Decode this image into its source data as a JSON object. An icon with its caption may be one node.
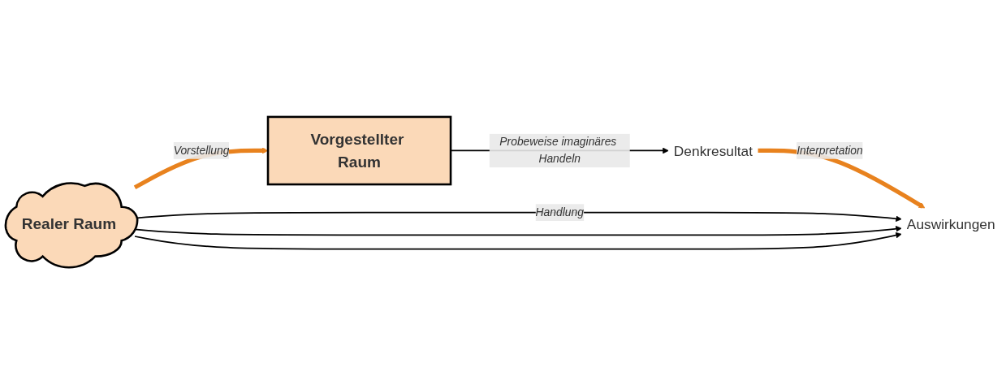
{
  "diagram": {
    "nodes": [
      {
        "text": [
          "Realer Raum"
        ]
      },
      {
        "text": [
          "Vorgestellter Raum"
        ]
      },
      {
        "text": [
          "Auswirkungen"
        ]
      },
      {
        "text": [
          "Denkresultat"
        ]
      }
    ],
    "edges": [
      {
        "from": 0,
        "to": 1,
        "arrow": "to",
        "label": "Vorstellung",
        "style": "thick",
        "color": "#e8821e"
      },
      {
        "from": 1,
        "to": 3,
        "arrow": "to",
        "label": "Probeweise imaginäres Handeln"
      },
      {
        "from": 3,
        "to": 2,
        "arrow": "to",
        "label": "Interpretation",
        "style": "thick",
        "color": "#e8821e"
      },
      {
        "from": 0,
        "to": 2,
        "arrow": "to",
        "label": "Handlung"
      },
      {
        "from": 0,
        "to": 2,
        "arrow": "to"
      },
      {
        "from": 0,
        "to": 2,
        "arrow": "to"
      }
    ]
  }
}
